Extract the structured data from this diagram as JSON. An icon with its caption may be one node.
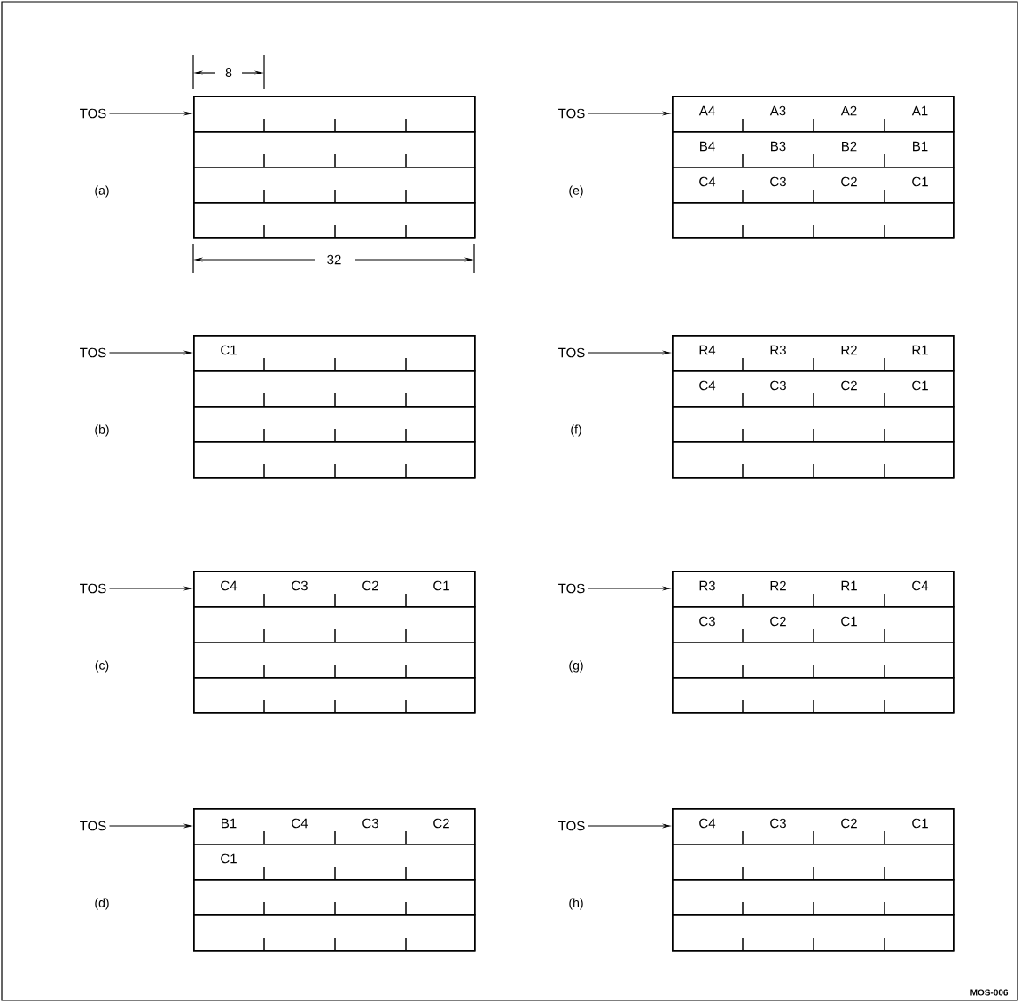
{
  "diagram": {
    "nodes": [
      {
        "text": [
          "TOS"
        ]
      },
      {
        "text": [],
        "shape": "box"
      },
      {
        "text": [],
        "shape": "box",
        "in": 1
      },
      {
        "text": [],
        "shape": "box",
        "in": 1
      },
      {
        "text": [],
        "shape": "box",
        "in": 1
      },
      {
        "text": [],
        "shape": "box",
        "in": 1
      },
      {
        "text": [
          "TOS"
        ]
      },
      {
        "text": [],
        "shape": "box"
      },
      {
        "text": [
          "C1"
        ],
        "in": 7
      },
      {
        "text": [],
        "shape": "box",
        "in": 7
      },
      {
        "text": [],
        "shape": "box",
        "in": 7
      },
      {
        "text": [],
        "shape": "box",
        "in": 7
      },
      {
        "text": [
          "TOS"
        ]
      },
      {
        "text": [],
        "shape": "box"
      },
      {
        "text": [
          "C4",
          "C3",
          "C2",
          "C1"
        ],
        "in": 13
      },
      {
        "text": [],
        "shape": "box",
        "in": 13
      },
      {
        "text": [],
        "shape": "box",
        "in": 13
      },
      {
        "text": [],
        "shape": "box",
        "in": 13
      },
      {
        "text": [
          "TOS"
        ]
      },
      {
        "text": [],
        "shape": "box"
      },
      {
        "text": [
          "B1",
          "C4",
          "C3",
          "C2"
        ],
        "in": 19
      },
      {
        "text": [
          "C1"
        ],
        "in": 19
      },
      {
        "text": [],
        "shape": "box",
        "in": 19
      },
      {
        "text": [],
        "shape": "box",
        "in": 19
      },
      {
        "text": [
          "TOS"
        ]
      },
      {
        "text": [],
        "shape": "box"
      },
      {
        "text": [
          "A4",
          "A3",
          "A2",
          "A1"
        ],
        "in": 25
      },
      {
        "text": [
          "B4",
          "B3",
          "B2",
          "B1"
        ],
        "in": 25
      },
      {
        "text": [
          "C4",
          "C3",
          "C2",
          "C1"
        ],
        "in": 25
      },
      {
        "text": [],
        "shape": "box",
        "in": 25
      },
      {
        "text": [
          "TOS"
        ]
      },
      {
        "text": [],
        "shape": "box"
      },
      {
        "text": [
          "R4",
          "R3",
          "R2",
          "R1"
        ],
        "in": 31
      },
      {
        "text": [
          "C4",
          "C3",
          "C2",
          "C1"
        ],
        "in": 31
      },
      {
        "text": [],
        "shape": "box",
        "in": 31
      },
      {
        "text": [],
        "shape": "box",
        "in": 31
      },
      {
        "text": [
          "TOS"
        ]
      },
      {
        "text": [],
        "shape": "box"
      },
      {
        "text": [
          "R3",
          "R2",
          "R1",
          "C4"
        ],
        "in": 37
      },
      {
        "text": [
          "C3",
          "C2",
          "C1"
        ],
        "in": 37
      },
      {
        "text": [],
        "shape": "box",
        "in": 37
      },
      {
        "text": [],
        "shape": "box",
        "in": 37
      },
      {
        "text": [
          "TOS"
        ]
      },
      {
        "text": [],
        "shape": "box"
      },
      {
        "text": [
          "C4",
          "C3",
          "C2",
          "C1"
        ],
        "in": 43
      },
      {
        "text": [],
        "shape": "box",
        "in": 43
      },
      {
        "text": [],
        "shape": "box",
        "in": 43
      },
      {
        "text": [],
        "shape": "box",
        "in": 43
      }
    ],
    "edges": [
      {
        "from": 0,
        "to": 2,
        "arrow": "to"
      },
      {
        "from": 6,
        "to": 8,
        "arrow": "to"
      },
      {
        "from": 12,
        "to": 14,
        "arrow": "to"
      },
      {
        "from": 18,
        "to": 20,
        "arrow": "to"
      },
      {
        "from": 24,
        "to": 26,
        "arrow": "to"
      },
      {
        "from": 30,
        "to": 32,
        "arrow": "to"
      },
      {
        "from": 36,
        "to": 38,
        "arrow": "to"
      },
      {
        "from": 42,
        "to": 44,
        "arrow": "to"
      }
    ],
    "labels": [
      "8",
      "32",
      "(a)",
      "(b)",
      "(c)",
      "(d)",
      "(e)",
      "(f)",
      "(g)",
      "(h)",
      "MOS-006"
    ]
  }
}
